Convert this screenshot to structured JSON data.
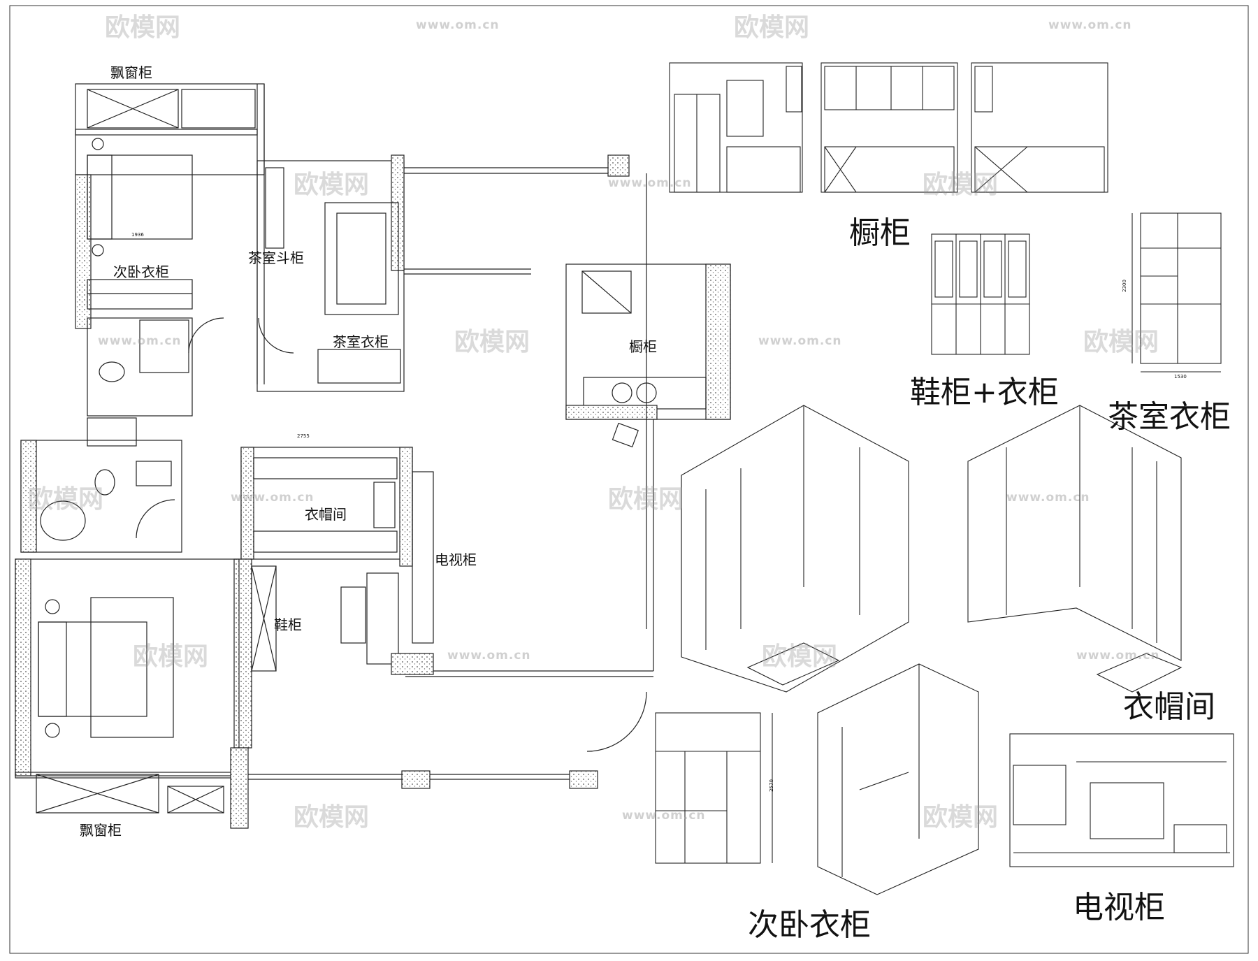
{
  "plan_labels": {
    "bay_window_top": "飘窗柜",
    "second_bedroom_wardrobe": "次卧衣柜",
    "tea_room_cabinet": "茶室斗柜",
    "tea_room_wardrobe": "茶室衣柜",
    "kitchen": "橱柜",
    "cloakroom": "衣帽间",
    "tv_cabinet": "电视柜",
    "shoe_cabinet": "鞋柜",
    "bay_window_bottom": "飘窗柜"
  },
  "elevation_titles": {
    "kitchen": "橱柜",
    "shoe_wardrobe": "鞋柜+衣柜",
    "tea_wardrobe": "茶室衣柜",
    "cloakroom": "衣帽间",
    "second_bedroom": "次卧衣柜",
    "tv_cabinet": "电视柜"
  },
  "dimensions": {
    "bedroom_width": "1936",
    "cloak_width": "2755",
    "tea_height": "2300",
    "tea_width": "1530",
    "bedroom_wardrobe_height": "2570"
  },
  "watermark": {
    "logo_text": "欧模网",
    "url": "www.om.cn"
  }
}
